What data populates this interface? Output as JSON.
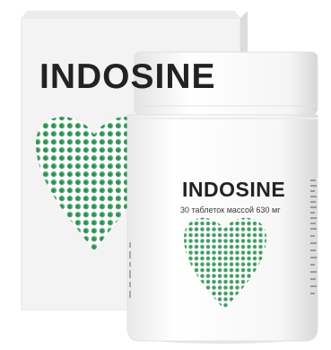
{
  "product": {
    "box_brand": "INDOSINE",
    "jar_brand": "INDOSINE",
    "jar_subtitle": "30 таблеток массой 630 мг"
  },
  "colors": {
    "heart_dark": "#1f7a45",
    "heart_mid": "#4aa36a",
    "heart_light": "#b9dcc4",
    "box_face": "#f3f3f3",
    "box_side": "#dcdcdc",
    "jar_body": "#fafafa",
    "lid": "#f6f6f6",
    "text": "#222222"
  }
}
